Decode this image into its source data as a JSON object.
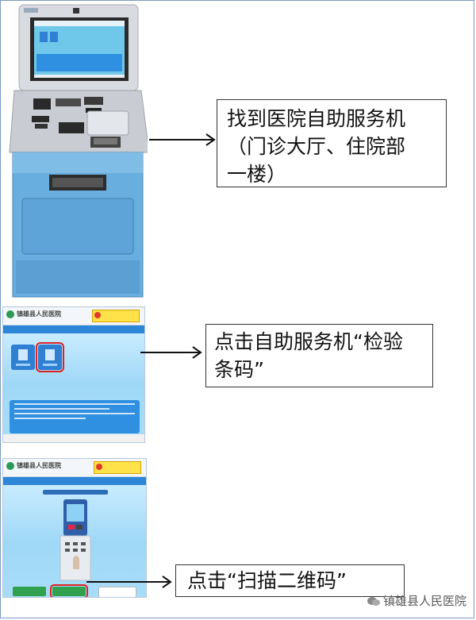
{
  "steps": [
    {
      "text_line1": "找到医院自助服务机",
      "text_line2": "（门诊大厅、住院部",
      "text_line3": "一楼）"
    },
    {
      "text_line1": "点击自助服务机“检验",
      "text_line2": "条码”"
    },
    {
      "text_line1": "点击“扫描二维码”"
    }
  ],
  "screens": {
    "hospital_name": "镇雄县人民医院"
  },
  "watermark": {
    "text": "镇雄县人民医院",
    "icon": "wechat-icon"
  },
  "colors": {
    "frame": "#7a9cc7",
    "accent_blue": "#2e86d8",
    "green_button": "#2fa14f",
    "yellow_badge": "#ffe24a"
  }
}
